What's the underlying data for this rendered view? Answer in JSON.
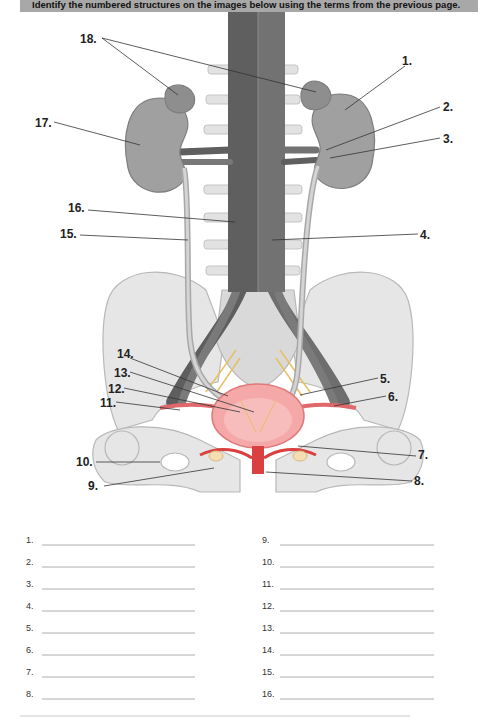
{
  "diagram": {
    "title": "Identify the numbered structures on the images below using the terms from the previous page.",
    "labels": [
      "18.",
      "1.",
      "2.",
      "17.",
      "3.",
      "16.",
      "15.",
      "4.",
      "14.",
      "13.",
      "12.",
      "5.",
      "11.",
      "6.",
      "10.",
      "7.",
      "9.",
      "8.",
      "1.",
      "9.",
      "2.",
      "10.",
      "3.",
      "11.",
      "4.",
      "12.",
      "5.",
      "13.",
      "6.",
      "14.",
      "7.",
      "15.",
      "8.",
      "16."
    ]
  }
}
